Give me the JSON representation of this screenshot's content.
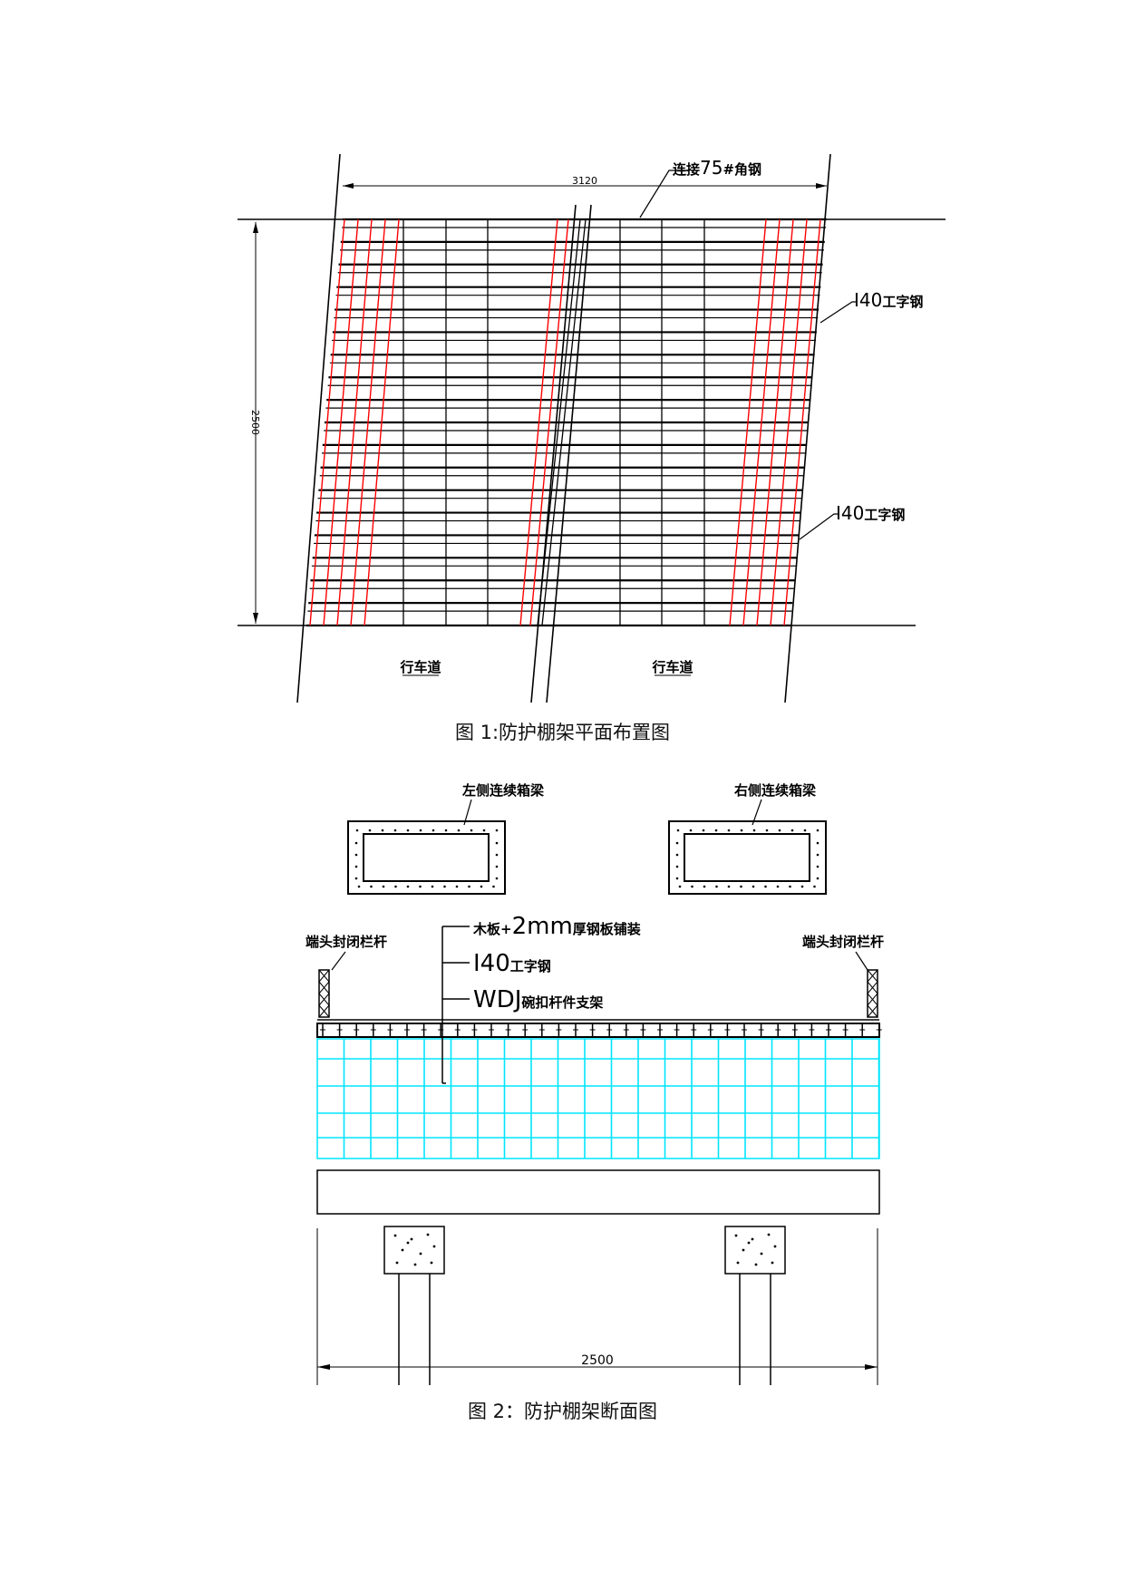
{
  "figure1": {
    "caption": "图 1:防护棚架平面布置图",
    "dim_width": "3120",
    "dim_height": "2500",
    "angle_label_num": "75",
    "angle_label_pre": "连接",
    "angle_label_post": "#角钢",
    "beam_label_num": "I40",
    "beam_label_text": "工字钢",
    "lane_label": "行车道"
  },
  "figure2": {
    "caption": "图 2：防护棚架断面图",
    "left_girder": "左侧连续箱梁",
    "right_girder": "右侧连续箱梁",
    "end_rail_left": "端头封闭栏杆",
    "end_rail_right": "端头封闭栏杆",
    "layer1_pre": "木板+",
    "layer1_big": "2mm",
    "layer1_post": "厚钢板铺装",
    "layer2_big": "I40",
    "layer2_post": "工字钢",
    "layer3_big": "WDJ",
    "layer3_post": "碗扣杆件支架",
    "dim_width": "2500"
  },
  "colors": {
    "line": "#000000",
    "red": "#ff0000",
    "cyan": "#00e5ff"
  }
}
